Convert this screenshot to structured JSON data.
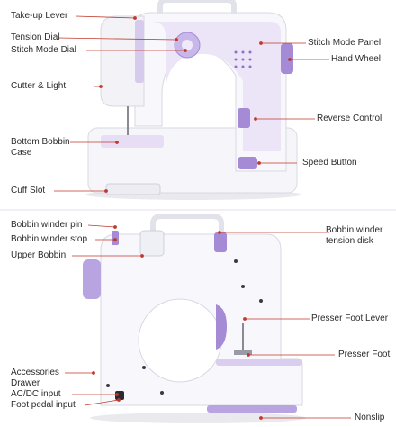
{
  "top_labels": {
    "takeup_lever": "Take-up Lever",
    "tension_dial": "Tension Dial",
    "stitch_mode_dial": "Stitch Mode Dial",
    "cutter_light": "Cutter & Light",
    "bottom_bobbin_case": "Bottom Bobbin\nCase",
    "cuff_slot": "Cuff Slot",
    "stitch_mode_panel": "Stitch Mode Panel",
    "hand_wheel": "Hand Wheel",
    "reverse_control": "Reverse Control",
    "speed_button": "Speed Button"
  },
  "bottom_labels": {
    "bobbin_winder_pin": "Bobbin winder pin",
    "bobbin_winder_stop": "Bobbin winder stop",
    "upper_bobbin": "Upper Bobbin",
    "bobbin_winder_tension_disk": "Bobbin winder\ntension disk",
    "presser_foot_lever": "Presser Foot Lever",
    "presser_foot": "Presser Foot",
    "accessories_drawer": "Accessories\nDrawer",
    "ac_dc_input": "AC/DC input",
    "foot_pedal_input": "Foot pedal input",
    "nonslip": "Nonslip"
  },
  "colors": {
    "accent_purple": "#a58ad6",
    "light_purple": "#e7def5",
    "body_white": "#f7f7fb",
    "leader_red": "#c0392b"
  },
  "icons": [
    "sewing-machine-front",
    "sewing-machine-back"
  ]
}
